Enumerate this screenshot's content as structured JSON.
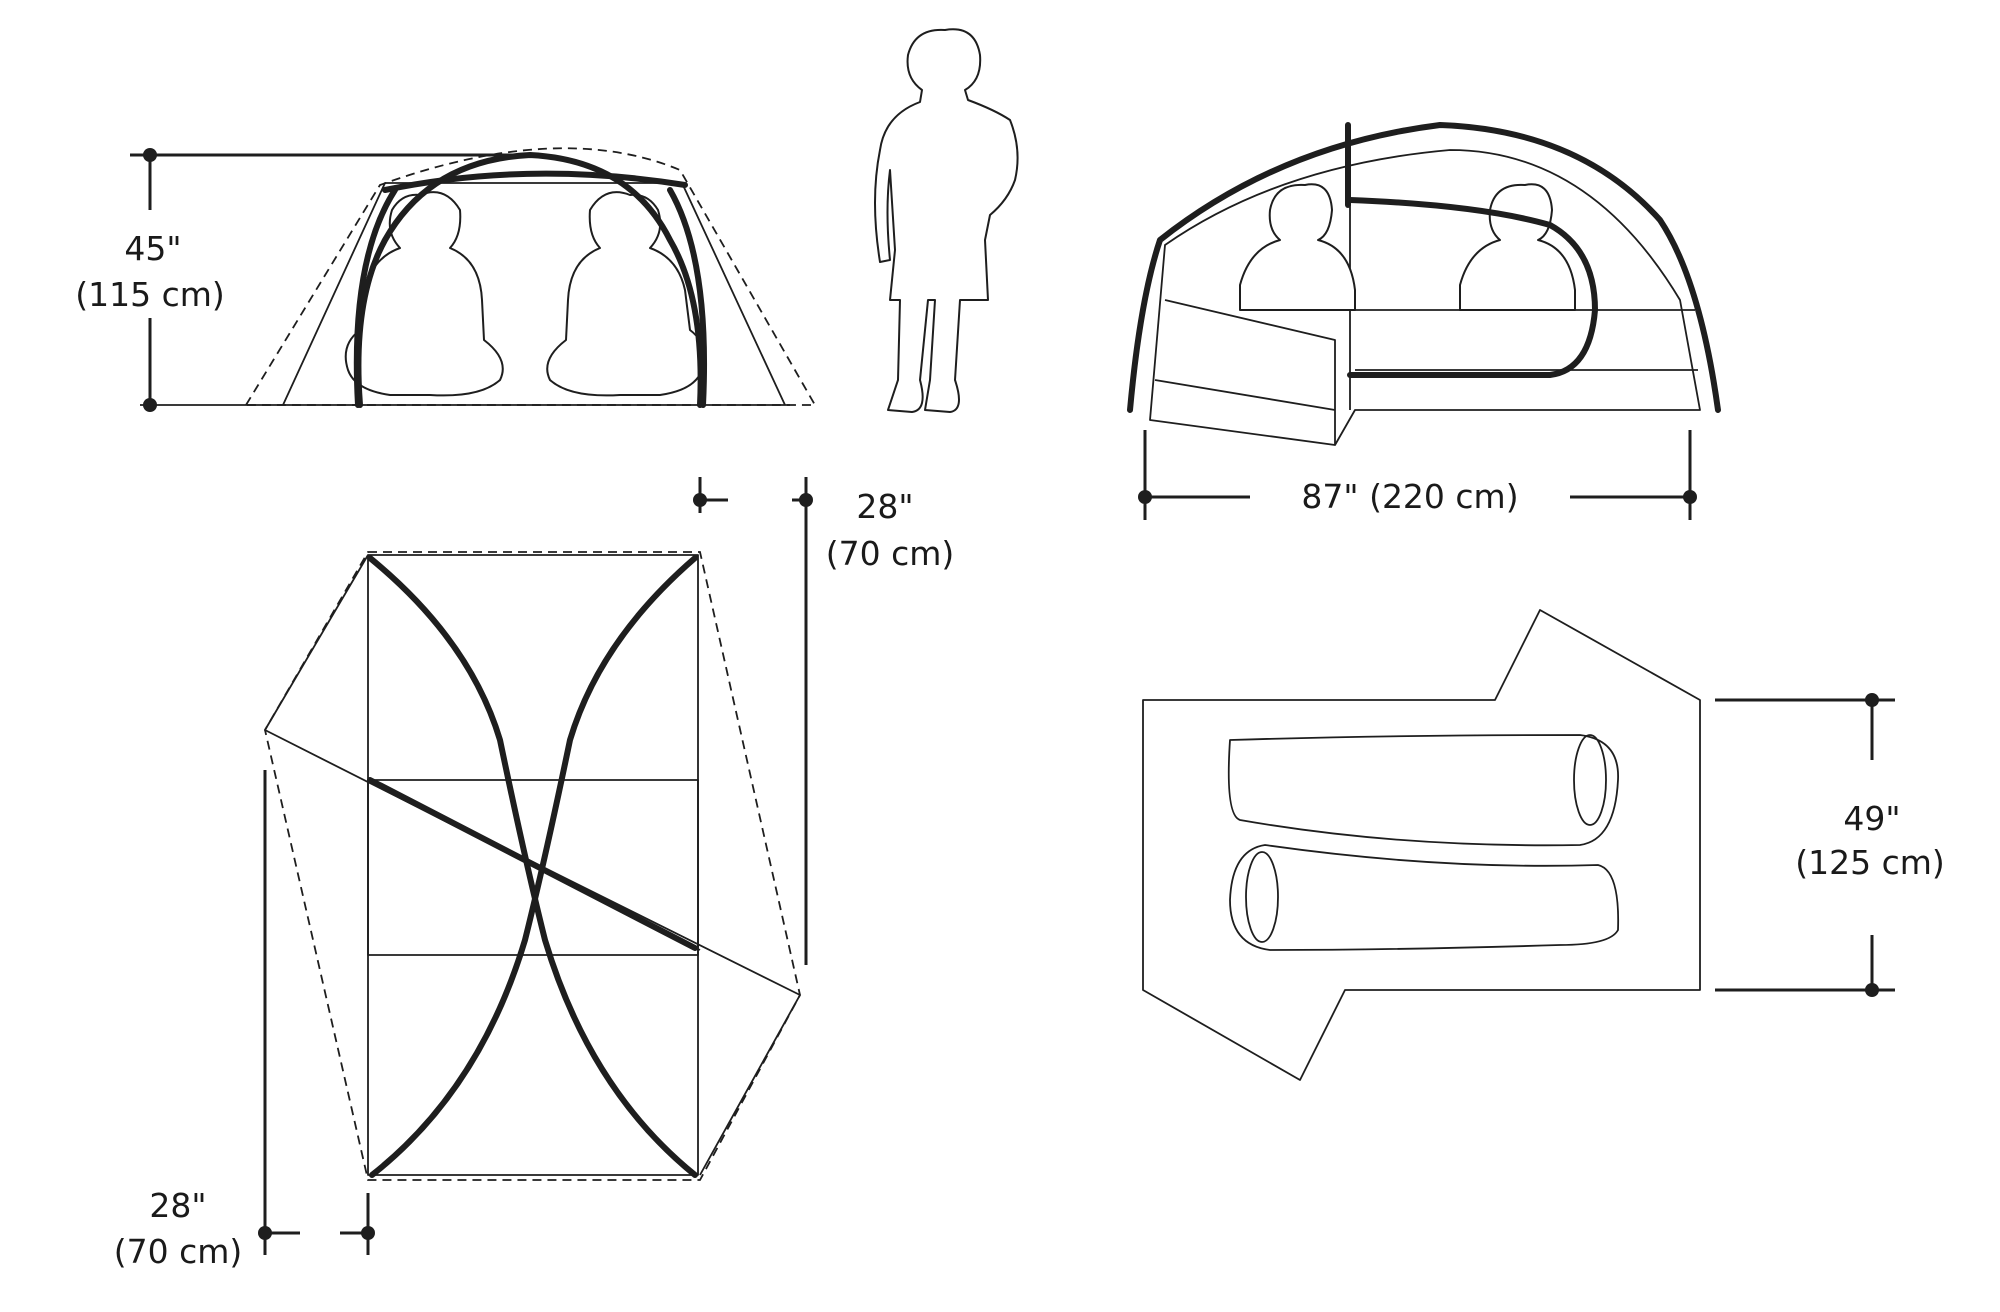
{
  "front_view": {
    "height_in": "45\"",
    "height_cm": "(115 cm)"
  },
  "side_view": {
    "length_label": "87\" (220 cm)"
  },
  "top_view": {
    "vestibule_right_in": "28\"",
    "vestibule_right_cm": "(70 cm)",
    "vestibule_left_in": "28\"",
    "vestibule_left_cm": "(70 cm)"
  },
  "floor_view": {
    "width_in": "49\"",
    "width_cm": "(125 cm)"
  },
  "colors": {
    "ink": "#1e1e1e",
    "background": "#ffffff"
  }
}
